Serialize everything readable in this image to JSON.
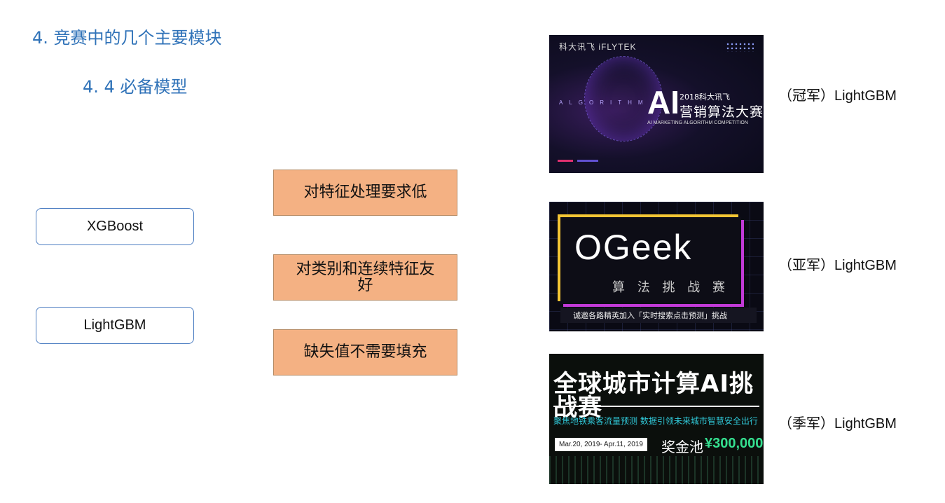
{
  "slide": {
    "title": "4. 竞赛中的几个主要模块",
    "subtitle": "4. 4  必备模型"
  },
  "models": [
    {
      "label": "XGBoost"
    },
    {
      "label": "LightGBM"
    }
  ],
  "features": [
    {
      "label": "对特征处理要求低"
    },
    {
      "label": "对类别和连续特征友好"
    },
    {
      "label": "缺失值不需要填充"
    }
  ],
  "competitions": [
    {
      "placement": "（冠军）",
      "model": "LightGBM",
      "banner": {
        "brand": "科大讯飞 iFLYTEK",
        "algorithm_text": "ALGORITHM",
        "ai": "AI",
        "year": "2018科大讯飞",
        "name_cn": "营销算法大赛",
        "name_en": "AI MARKETING ALGORITHM COMPETITION"
      }
    },
    {
      "placement": "（亚军）",
      "model": "LightGBM",
      "banner": {
        "name": "OGeek",
        "subtitle": "算 法 挑 战 赛",
        "strip": "诚邀各路精英加入「实时搜索点击预测」挑战"
      }
    },
    {
      "placement": "（季军）",
      "model": "LightGBM",
      "banner": {
        "headline": "全球城市计算AI挑战赛",
        "tagline": "聚焦地铁乘客流量预测  数据引领未来城市智慧安全出行",
        "dates": "Mar.20, 2019- Apr.11, 2019",
        "prize_label": "奖金池",
        "prize_value": "¥300,000"
      }
    }
  ]
}
